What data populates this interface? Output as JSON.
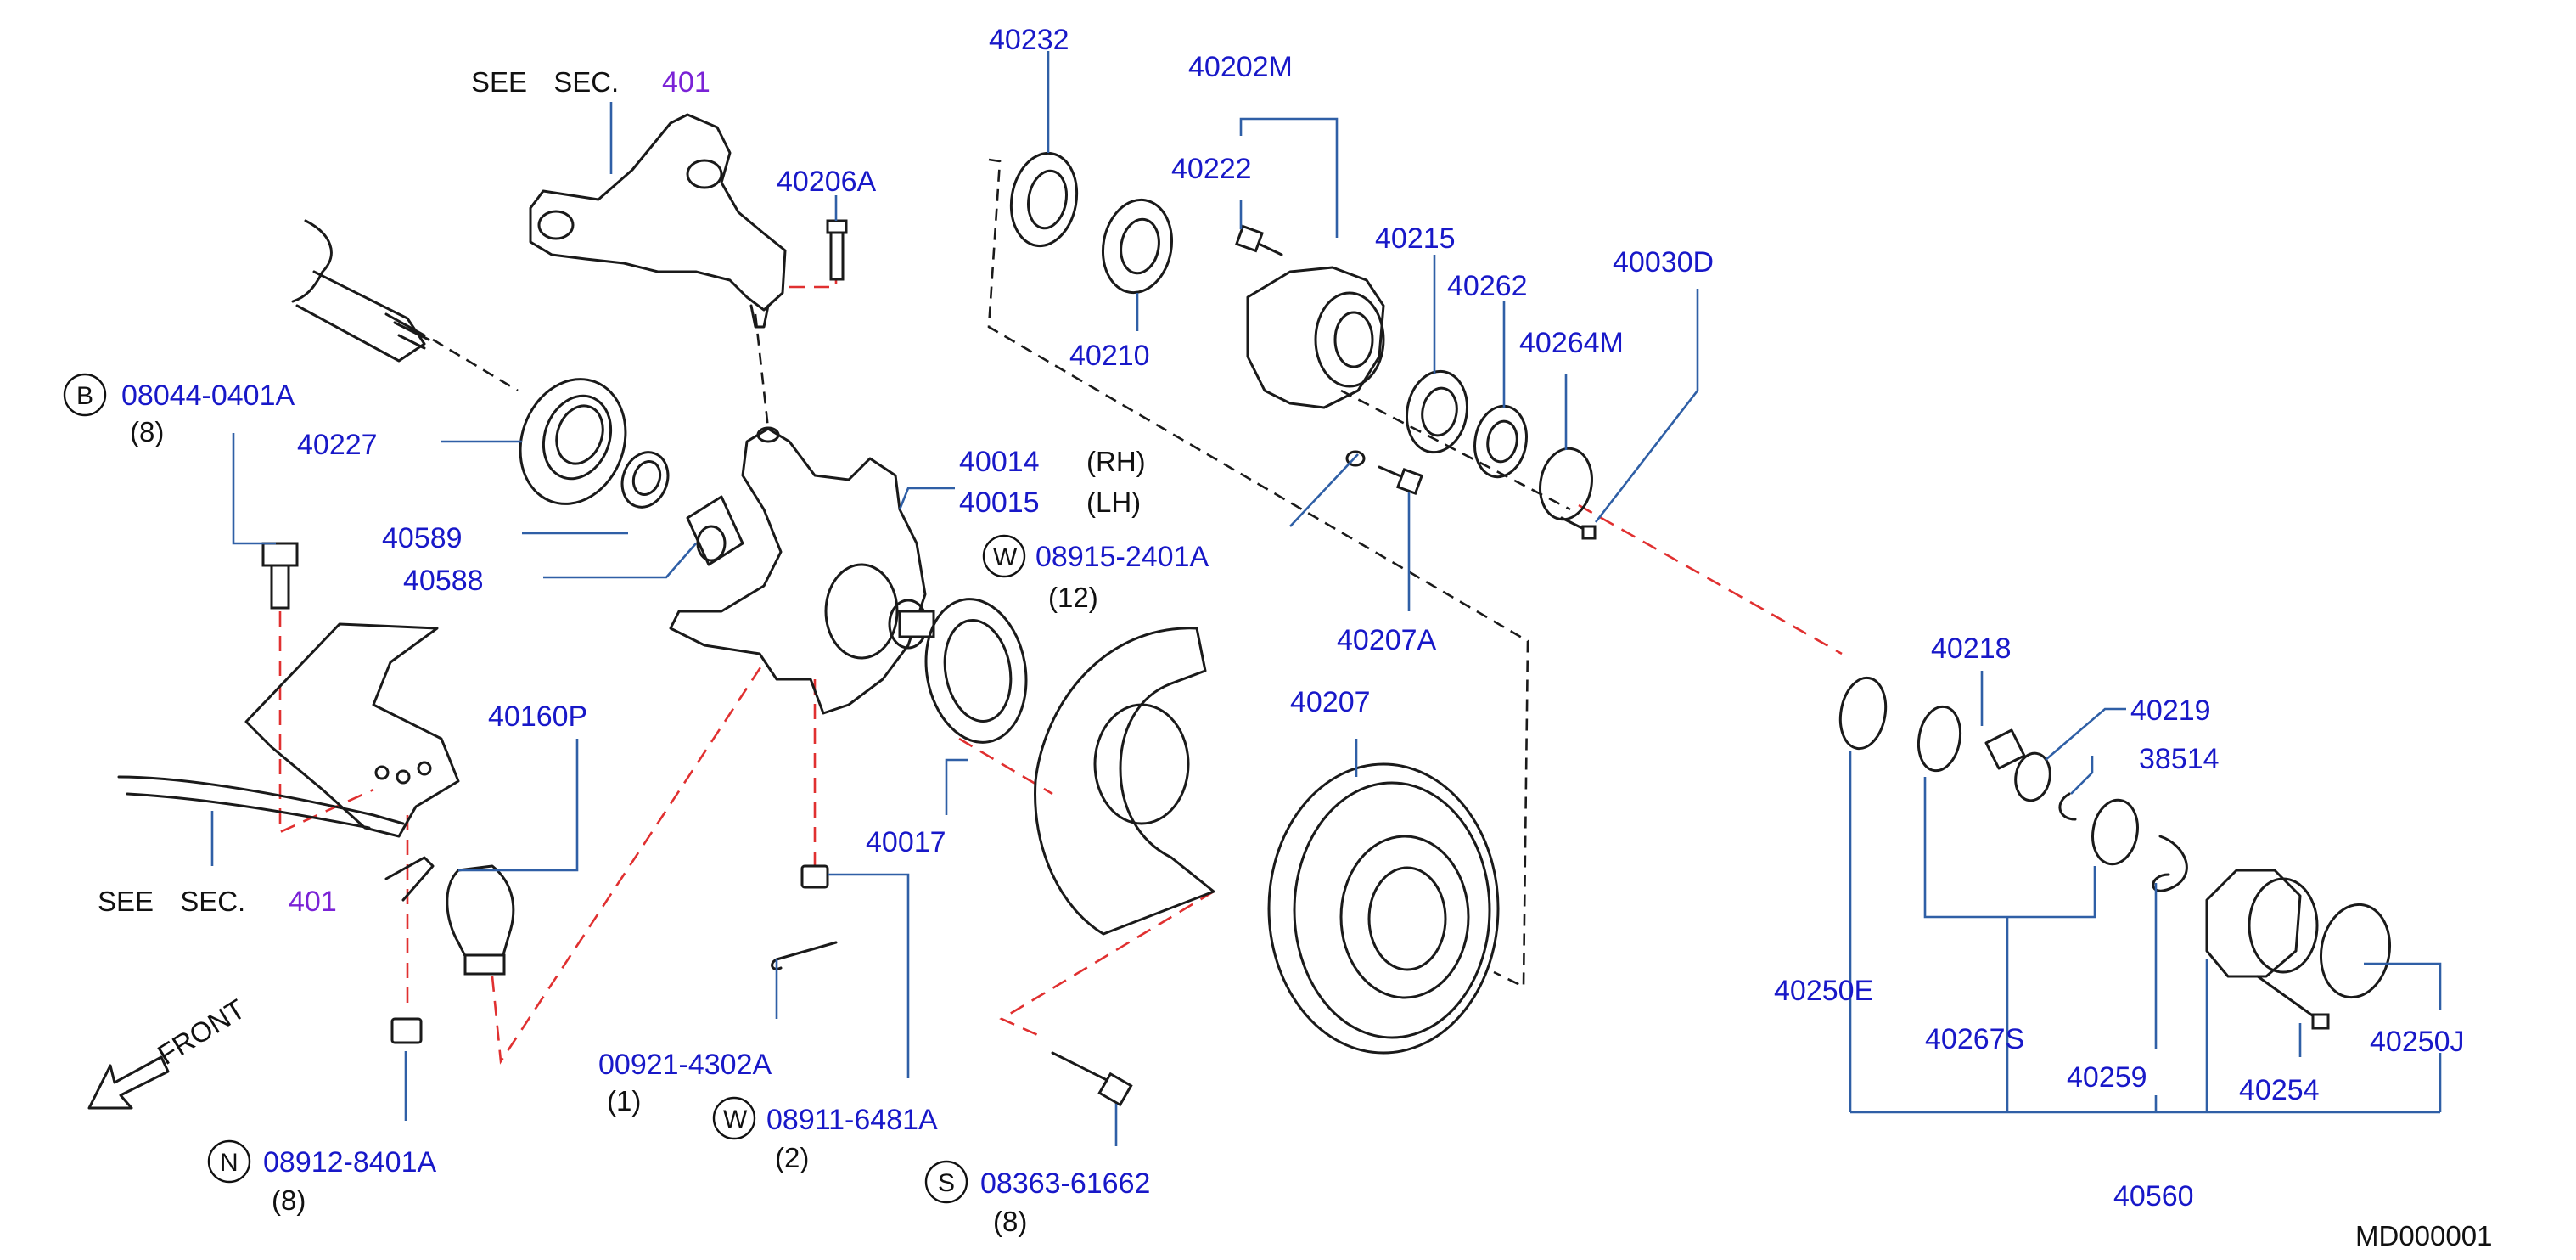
{
  "drawing_id": "MD000001",
  "front_label": "FRONT",
  "see_sec_top": {
    "text": "SEE SEC.",
    "ref": "401"
  },
  "see_sec_bottom": {
    "text": "SEE SEC.",
    "ref": "401"
  },
  "parts": {
    "p40232": "40232",
    "p40202M": "40202M",
    "p40222": "40222",
    "p40206A": "40206A",
    "p40215": "40215",
    "p40262": "40262",
    "p40030D": "40030D",
    "p40264M": "40264M",
    "p40210": "40210",
    "p40227": "40227",
    "p40014": "40014",
    "p40014_side": "(RH)",
    "p40015": "40015",
    "p40015_side": "(LH)",
    "p40589": "40589",
    "p40588": "40588",
    "p40207A": "40207A",
    "p40218": "40218",
    "p40219": "40219",
    "p38514": "38514",
    "p40207": "40207",
    "p40160P": "40160P",
    "p40017": "40017",
    "p40250E": "40250E",
    "p40267S": "40267S",
    "p40250J": "40250J",
    "p40259": "40259",
    "p40254": "40254",
    "p00921": "00921-4302A",
    "p00921_qty": "(1)",
    "p40560": "40560"
  },
  "fasteners": {
    "b08044": {
      "prefix": "B",
      "code": "08044-0401A",
      "qty": "(8)"
    },
    "w08915": {
      "prefix": "W",
      "code": "08915-2401A",
      "qty": "(12)"
    },
    "w08911": {
      "prefix": "W",
      "code": "08911-6481A",
      "qty": "(2)"
    },
    "n08912": {
      "prefix": "N",
      "code": "08912-8401A",
      "qty": "(8)"
    },
    "s08363": {
      "prefix": "S",
      "code": "08363-61662",
      "qty": "(8)"
    }
  }
}
